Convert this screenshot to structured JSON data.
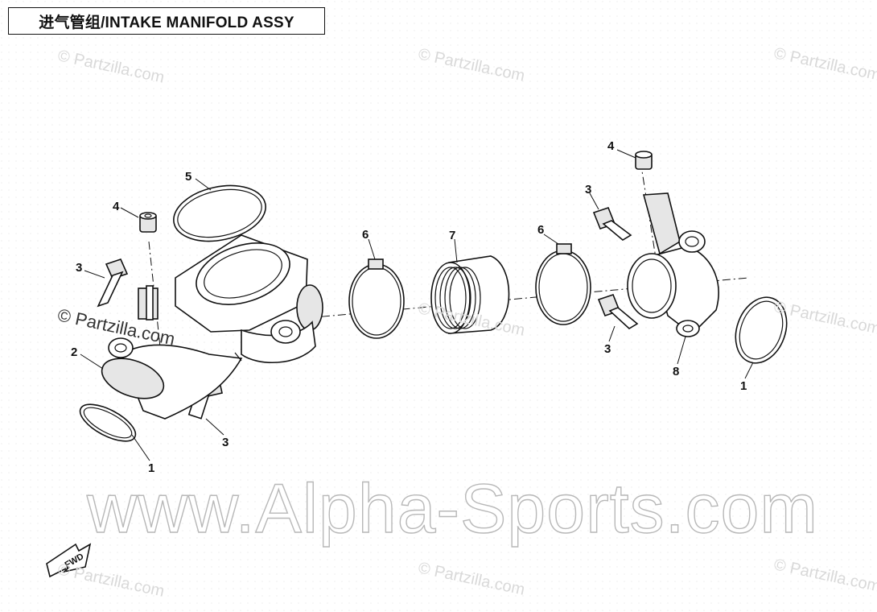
{
  "title": "进气管组/INTAKE MANIFOLD ASSY",
  "watermarks": {
    "small": "© Partzilla.com",
    "large": "www.Alpha-Sports.com"
  },
  "callouts": [
    "1",
    "1",
    "2",
    "3",
    "3",
    "3",
    "3",
    "4",
    "4",
    "5",
    "6",
    "6",
    "7",
    "8"
  ],
  "fwd_label": "FWD"
}
